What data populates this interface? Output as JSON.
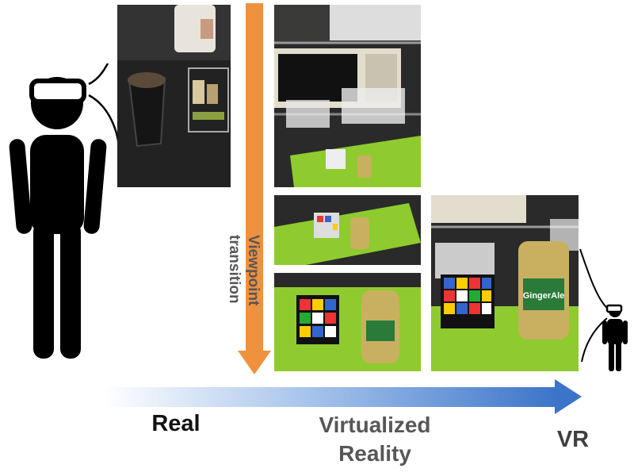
{
  "labels": {
    "real": "Real",
    "virtualized_line1": "Virtualized",
    "virtualized_line2": "Reality",
    "vr": "VR",
    "transition_line1": "Viewpoint",
    "transition_line2": "transition"
  },
  "icons": {
    "person_large": "person-with-vr-headset-icon",
    "person_small": "small-person-with-vr-headset-icon"
  },
  "colors": {
    "transition_arrow": "#f0913e",
    "timeline_arrow": "#3b74c8",
    "carpet": "#8fcb2e",
    "figure": "#000000"
  },
  "can_text": "GingerAle"
}
